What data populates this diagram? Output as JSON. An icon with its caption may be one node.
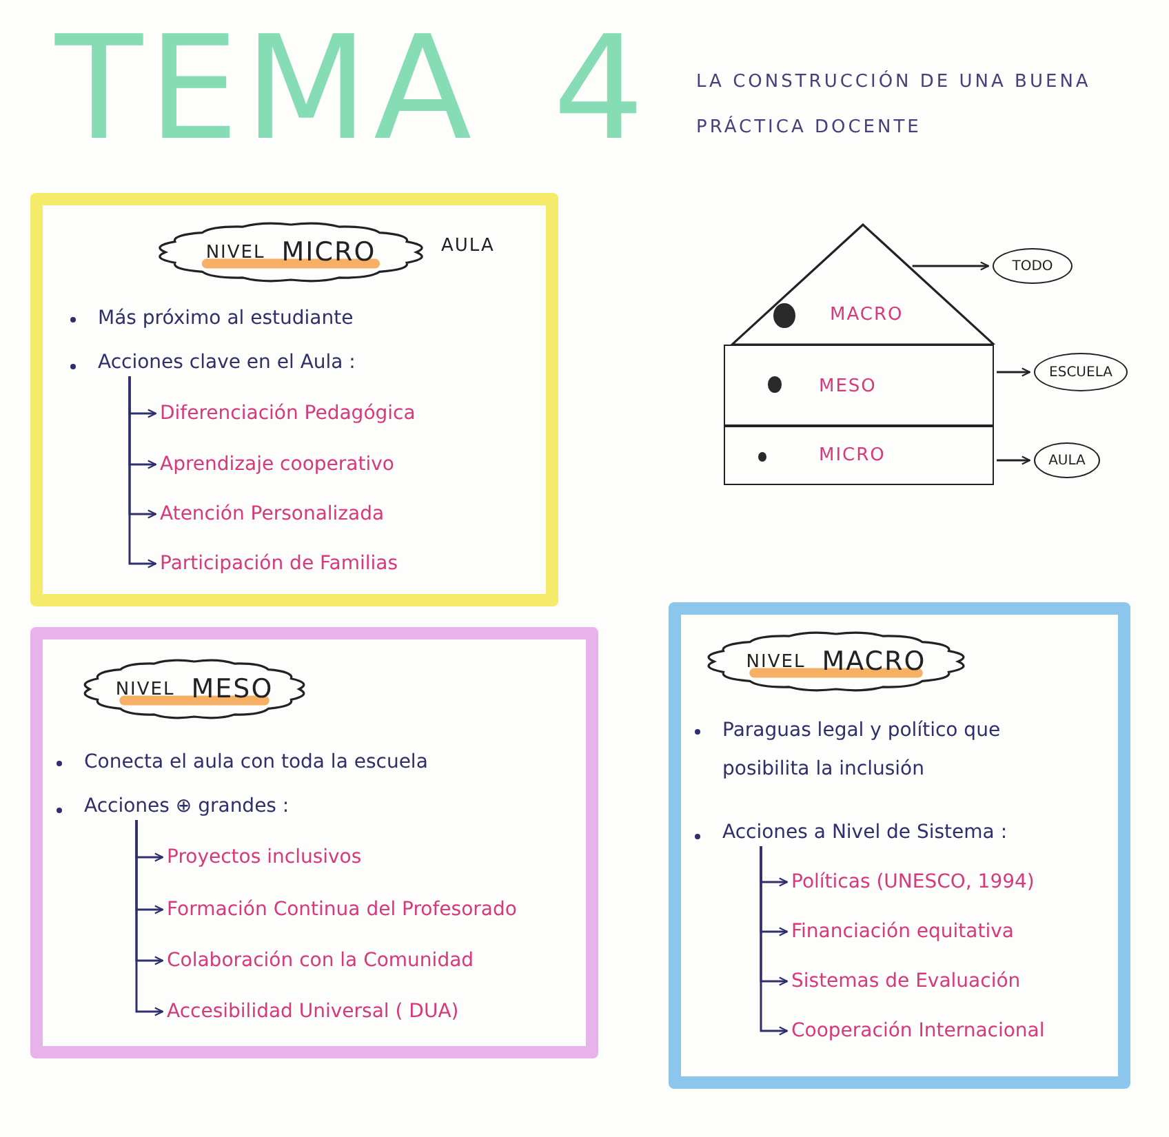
{
  "diagram": {
    "title": "TEMA 4",
    "nodes": [
      {
        "text": [
          "Más próximo al estudiante"
        ]
      },
      {
        "text": [
          "NIVEL",
          "MICRO"
        ],
        "in": 0,
        "beside": [
          "AULA"
        ]
      },
      {
        "text": [
          "Acciones clave en el Aula :"
        ],
        "in": 0
      },
      {
        "text": [
          "Diferenciación Pedagógica"
        ],
        "in": 0
      },
      {
        "text": [
          "Aprendizaje cooperativo"
        ],
        "in": 0
      },
      {
        "text": [
          "Atención Personalizada"
        ],
        "in": 0
      },
      {
        "text": [
          "Participación de Familias"
        ],
        "in": 0
      },
      {
        "text": [
          "Conecta el aula con toda la escuela"
        ]
      },
      {
        "text": [
          "NIVEL",
          "MESO"
        ],
        "in": 7
      },
      {
        "text": [
          "Acciones ⊕ grandes :"
        ],
        "in": 7
      },
      {
        "text": [
          "Proyectos inclusivos"
        ],
        "in": 7
      },
      {
        "text": [
          "Formación Continua del Profesorado"
        ],
        "in": 7
      },
      {
        "text": [
          "Colaboración con la Comunidad"
        ],
        "in": 7
      },
      {
        "text": [
          "Accesibilidad Universal ( DUA)"
        ],
        "in": 7
      },
      {
        "text": [
          "Paraguas legal y político que posibilita la inclusión"
        ]
      },
      {
        "text": [
          "NIVEL",
          "MACRO"
        ],
        "in": 14
      },
      {
        "text": [
          "Acciones a Nivel de Sistema :"
        ],
        "in": 14
      },
      {
        "text": [
          "Políticas (UNESCO, 1994)"
        ],
        "in": 14
      },
      {
        "text": [
          "Financiación equitativa"
        ],
        "in": 14
      },
      {
        "text": [
          "Sistemas de Evaluación"
        ],
        "in": 14
      },
      {
        "text": [
          "Cooperación Internacional"
        ],
        "in": 14
      },
      {
        "text": [
          "MACRO"
        ]
      },
      {
        "text": [
          "MESO"
        ]
      },
      {
        "text": [
          "MICRO"
        ]
      },
      {
        "text": [
          "TODO"
        ]
      },
      {
        "text": [
          "ESCUELA"
        ]
      },
      {
        "text": [
          "AULA"
        ]
      }
    ],
    "edges": [
      {
        "from": 2,
        "to": 3,
        "arrow": "to"
      },
      {
        "from": 2,
        "to": 4,
        "arrow": "to"
      },
      {
        "from": 2,
        "to": 5,
        "arrow": "to"
      },
      {
        "from": 2,
        "to": 6,
        "arrow": "to"
      },
      {
        "from": 9,
        "to": 10,
        "arrow": "to"
      },
      {
        "from": 9,
        "to": 11,
        "arrow": "to"
      },
      {
        "from": 9,
        "to": 12,
        "arrow": "to"
      },
      {
        "from": 9,
        "to": 13,
        "arrow": "to"
      },
      {
        "from": 16,
        "to": 17,
        "arrow": "to"
      },
      {
        "from": 16,
        "to": 18,
        "arrow": "to"
      },
      {
        "from": 16,
        "to": 19,
        "arrow": "to"
      },
      {
        "from": 16,
        "to": 20,
        "arrow": "to"
      },
      {
        "from": 21,
        "to": 24,
        "arrow": "to"
      },
      {
        "from": 22,
        "to": 25,
        "arrow": "to"
      },
      {
        "from": 23,
        "to": 26,
        "arrow": "to"
      }
    ],
    "labels": [
      "LA CONSTRUCCIÓN DE UNA BUENA PRÁCTICA DOCENTE"
    ]
  }
}
